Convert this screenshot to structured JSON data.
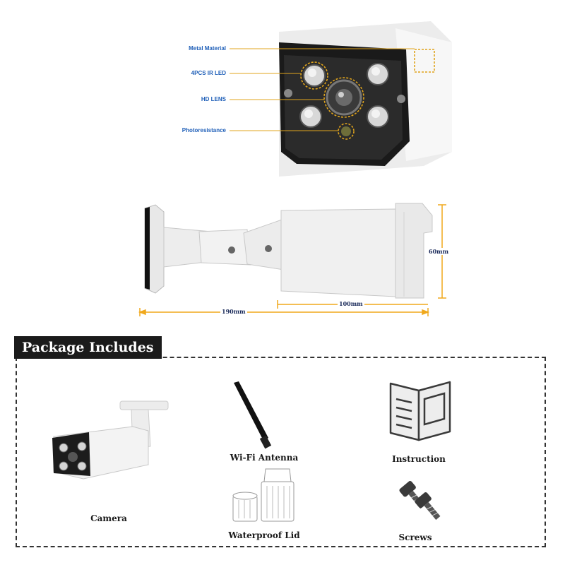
{
  "callouts": {
    "metal_material": "Metal Material",
    "ir_led": "4PCS IR LED",
    "hd_lens": "HD LENS",
    "photoresistance": "Photoresistance"
  },
  "dimensions": {
    "height": "60mm",
    "total_length": "190mm",
    "body_length": "100mm"
  },
  "package": {
    "title": "Package Includes",
    "items": {
      "camera": "Camera",
      "antenna": "Wi-Fi Antenna",
      "lid": "Waterproof Lid",
      "instruction": "Instruction",
      "screws": "Screws"
    }
  },
  "colors": {
    "callout_text": "#1f5fb8",
    "callout_line": "#e0a41c",
    "dimension_line": "#f0a81c",
    "header_bg": "#1b1b1b"
  }
}
